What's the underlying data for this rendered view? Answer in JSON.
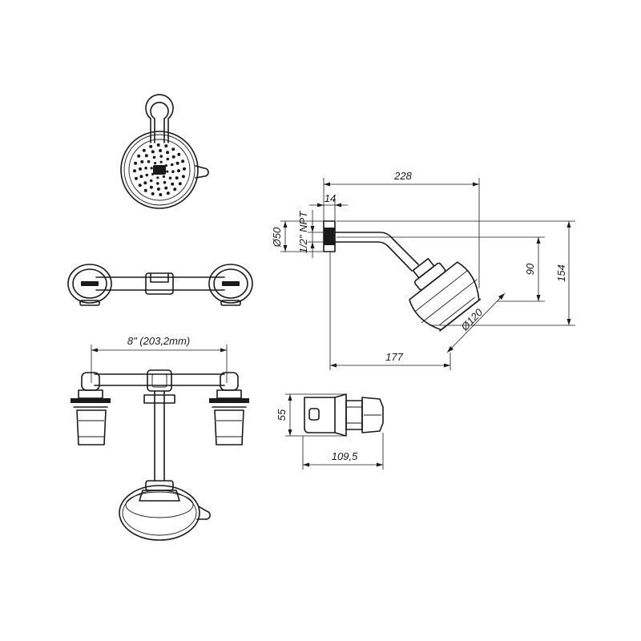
{
  "dimensions": {
    "total_length": "228",
    "flange_depth": "14",
    "flange_diameter": "Ø50",
    "thread": "1/2\" NPT",
    "head_drop": "90",
    "total_height": "154",
    "head_diameter": "Ø120",
    "horizontal_reach": "177",
    "valve_spacing": "8\" (203,2mm)",
    "valve_height": "55",
    "valve_length": "109,5"
  },
  "colors": {
    "line": "#1a1a1a",
    "background": "#ffffff"
  }
}
